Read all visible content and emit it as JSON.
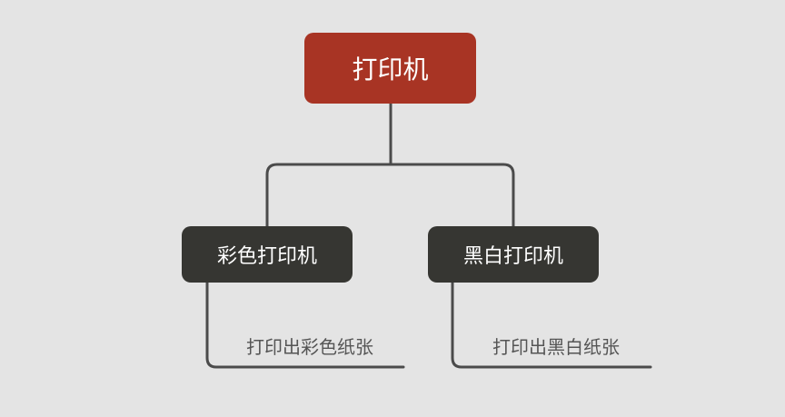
{
  "colors": {
    "background": "#e4e4e4",
    "root_fill": "#a83424",
    "child_fill": "#363632",
    "connector": "#4b4b4b",
    "leaf_text": "#555555",
    "node_text": "#ffffff"
  },
  "root": {
    "label": "打印机"
  },
  "children": [
    {
      "label": "彩色打印机",
      "leaf": "打印出彩色纸张"
    },
    {
      "label": "黑白打印机",
      "leaf": "打印出黑白纸张"
    }
  ]
}
